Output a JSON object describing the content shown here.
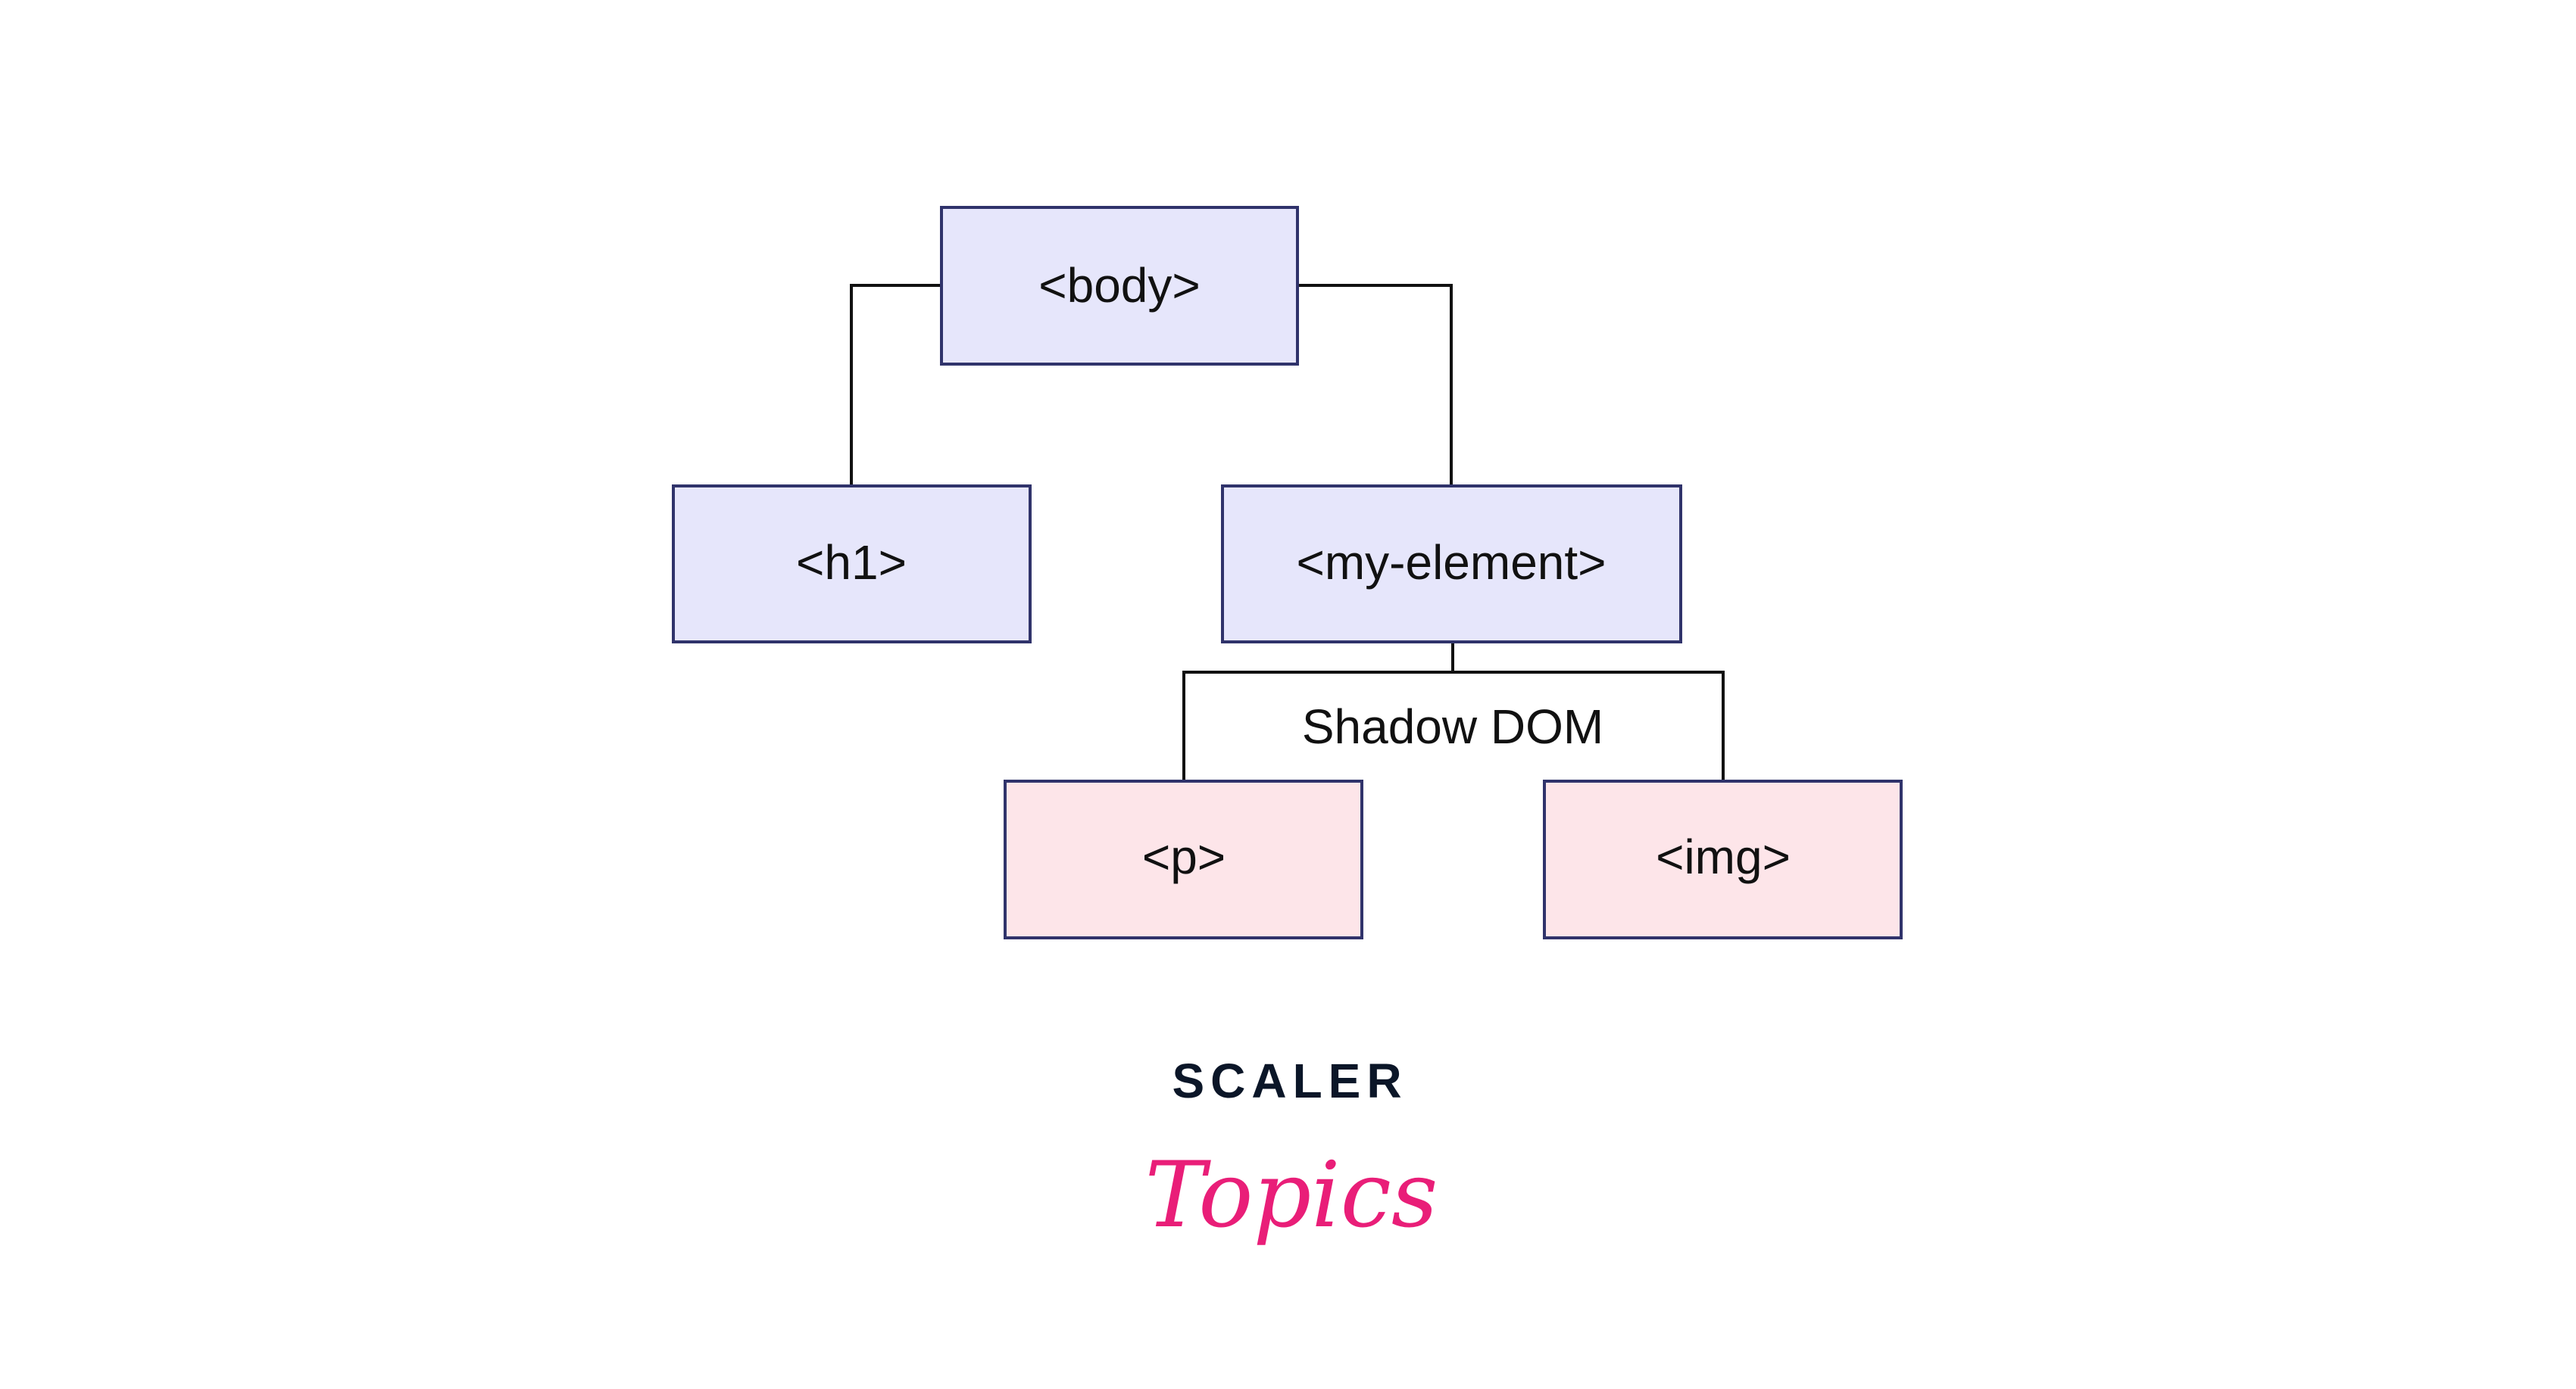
{
  "diagram": {
    "nodes": {
      "body": "<body>",
      "h1": "<h1>",
      "my_element": "<my-element>",
      "p": "<p>",
      "img": "<img>"
    },
    "shadow_label": "Shadow DOM"
  },
  "logo": {
    "line1": "SCALER",
    "line2": "Topics"
  },
  "colors": {
    "light_dom_fill": "#e6e6fb",
    "shadow_dom_fill": "#fde5e9",
    "box_stroke": "#30336b",
    "connector": "#111111",
    "brand_pink": "#e91e78",
    "brand_navy": "#0b1628"
  }
}
